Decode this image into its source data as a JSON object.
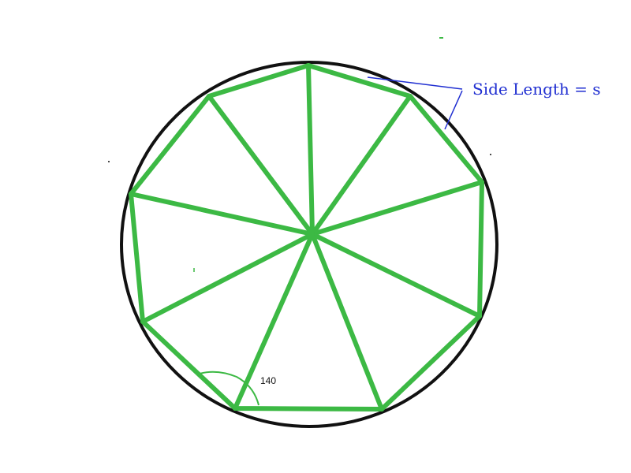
{
  "diagram": {
    "side_label": "Side Length = s",
    "angle_label": "140"
  },
  "colors": {
    "polygon": "#3cb944",
    "circle": "#111111",
    "annotation": "#1f2ed1"
  },
  "shape": {
    "polygon_sides": 9,
    "interior_angle_deg": 140
  }
}
